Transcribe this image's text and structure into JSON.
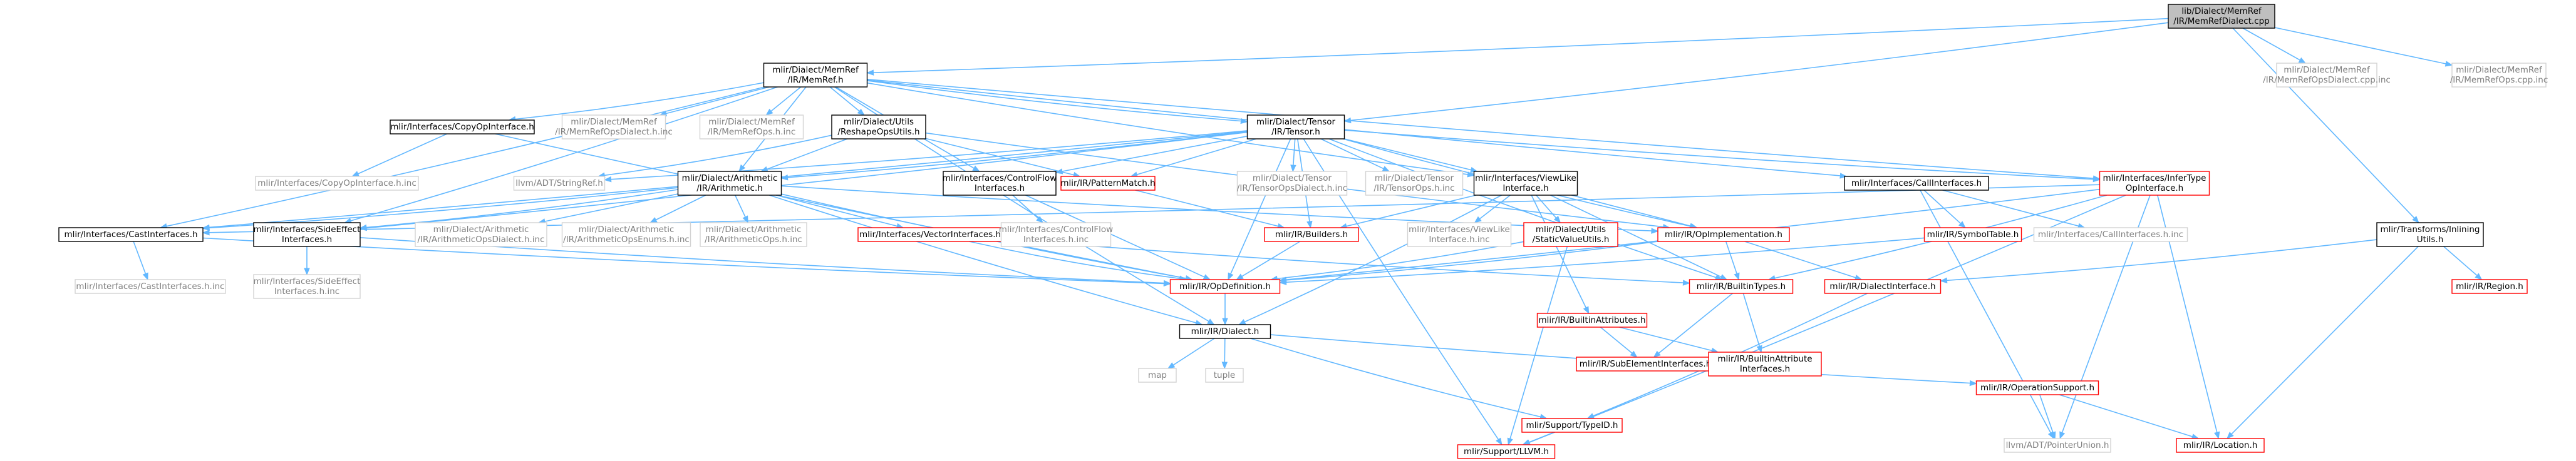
{
  "graph": {
    "title": "",
    "nodes": [
      {
        "id": "root",
        "lines": [
          "lib/Dialect/MemRef",
          "/IR/MemRefDialect.cpp"
        ],
        "style": "root"
      },
      {
        "id": "memref_h",
        "lines": [
          "mlir/Dialect/MemRef",
          "/IR/MemRef.h"
        ],
        "style": "doc"
      },
      {
        "id": "memref_dialect_inc",
        "lines": [
          "mlir/Dialect/MemRef",
          "/IR/MemRefOpsDialect.cpp.inc"
        ],
        "style": "ext"
      },
      {
        "id": "memref_ops_inc",
        "lines": [
          "mlir/Dialect/MemRef",
          "/IR/MemRefOps.cpp.inc"
        ],
        "style": "ext"
      },
      {
        "id": "copyop_h",
        "lines": [
          "mlir/Interfaces/CopyOpInterface.h"
        ],
        "style": "doc"
      },
      {
        "id": "memrefops_dialect_h_inc",
        "lines": [
          "mlir/Dialect/MemRef",
          "/IR/MemRefOpsDialect.h.inc"
        ],
        "style": "ext"
      },
      {
        "id": "memrefops_h_inc",
        "lines": [
          "mlir/Dialect/MemRef",
          "/IR/MemRefOps.h.inc"
        ],
        "style": "ext"
      },
      {
        "id": "reshape_h",
        "lines": [
          "mlir/Dialect/Utils",
          "/ReshapeOpsUtils.h"
        ],
        "style": "doc"
      },
      {
        "id": "tensor_h",
        "lines": [
          "mlir/Dialect/Tensor",
          "/IR/Tensor.h"
        ],
        "style": "doc"
      },
      {
        "id": "callintf_h",
        "lines": [
          "mlir/Interfaces/CallInterfaces.h"
        ],
        "style": "doc"
      },
      {
        "id": "infertype_h",
        "lines": [
          "mlir/Interfaces/InferType",
          "OpInterface.h"
        ],
        "style": "red"
      },
      {
        "id": "inlining_h",
        "lines": [
          "mlir/Transforms/Inlining",
          "Utils.h"
        ],
        "style": "doc"
      },
      {
        "id": "copyop_inc",
        "lines": [
          "mlir/Interfaces/CopyOpInterface.h.inc"
        ],
        "style": "ext"
      },
      {
        "id": "stringref",
        "lines": [
          "llvm/ADT/StringRef.h"
        ],
        "style": "ext"
      },
      {
        "id": "arith_h",
        "lines": [
          "mlir/Dialect/Arithmetic",
          "/IR/Arithmetic.h"
        ],
        "style": "doc"
      },
      {
        "id": "controlflow_h",
        "lines": [
          "mlir/Interfaces/ControlFlow",
          "Interfaces.h"
        ],
        "style": "doc"
      },
      {
        "id": "patternmatch_h",
        "lines": [
          "mlir/IR/PatternMatch.h"
        ],
        "style": "red"
      },
      {
        "id": "tensor_dialect_inc",
        "lines": [
          "mlir/Dialect/Tensor",
          "/IR/TensorOpsDialect.h.inc"
        ],
        "style": "ext"
      },
      {
        "id": "tensor_ops_inc",
        "lines": [
          "mlir/Dialect/Tensor",
          "/IR/TensorOps.h.inc"
        ],
        "style": "ext"
      },
      {
        "id": "viewlike_h",
        "lines": [
          "mlir/Interfaces/ViewLike",
          "Interface.h"
        ],
        "style": "doc"
      },
      {
        "id": "castintf_h",
        "lines": [
          "mlir/Interfaces/CastInterfaces.h"
        ],
        "style": "doc"
      },
      {
        "id": "sideeffect_h",
        "lines": [
          "mlir/Interfaces/SideEffect",
          "Interfaces.h"
        ],
        "style": "doc"
      },
      {
        "id": "arith_dialect_inc",
        "lines": [
          "mlir/Dialect/Arithmetic",
          "/IR/ArithmeticOpsDialect.h.inc"
        ],
        "style": "ext"
      },
      {
        "id": "arith_enums_inc",
        "lines": [
          "mlir/Dialect/Arithmetic",
          "/IR/ArithmeticOpsEnums.h.inc"
        ],
        "style": "ext"
      },
      {
        "id": "arith_ops_inc",
        "lines": [
          "mlir/Dialect/Arithmetic",
          "/IR/ArithmeticOps.h.inc"
        ],
        "style": "ext"
      },
      {
        "id": "vectorintf_h",
        "lines": [
          "mlir/Interfaces/VectorInterfaces.h"
        ],
        "style": "red"
      },
      {
        "id": "controlflow_inc",
        "lines": [
          "mlir/Interfaces/ControlFlow",
          "Interfaces.h.inc"
        ],
        "style": "ext"
      },
      {
        "id": "builders_h",
        "lines": [
          "mlir/IR/Builders.h"
        ],
        "style": "red"
      },
      {
        "id": "viewlike_inc",
        "lines": [
          "mlir/Interfaces/ViewLike",
          "Interface.h.inc"
        ],
        "style": "ext"
      },
      {
        "id": "staticvalue_h",
        "lines": [
          "mlir/Dialect/Utils",
          "/StaticValueUtils.h"
        ],
        "style": "red"
      },
      {
        "id": "opimpl_h",
        "lines": [
          "mlir/IR/OpImplementation.h"
        ],
        "style": "red"
      },
      {
        "id": "symboltable_h",
        "lines": [
          "mlir/IR/SymbolTable.h"
        ],
        "style": "red"
      },
      {
        "id": "callintf_inc",
        "lines": [
          "mlir/Interfaces/CallInterfaces.h.inc"
        ],
        "style": "ext"
      },
      {
        "id": "region_h",
        "lines": [
          "mlir/IR/Region.h"
        ],
        "style": "red"
      },
      {
        "id": "castintf_inc",
        "lines": [
          "mlir/Interfaces/CastInterfaces.h.inc"
        ],
        "style": "ext"
      },
      {
        "id": "sideeffect_inc",
        "lines": [
          "mlir/Interfaces/SideEffect",
          "Interfaces.h.inc"
        ],
        "style": "ext"
      },
      {
        "id": "opdef_h",
        "lines": [
          "mlir/IR/OpDefinition.h"
        ],
        "style": "red"
      },
      {
        "id": "builtinattr_h",
        "lines": [
          "mlir/IR/BuiltinAttributes.h"
        ],
        "style": "red"
      },
      {
        "id": "builtintypes_h",
        "lines": [
          "mlir/IR/BuiltinTypes.h"
        ],
        "style": "red"
      },
      {
        "id": "dialectintf_h",
        "lines": [
          "mlir/IR/DialectInterface.h"
        ],
        "style": "red"
      },
      {
        "id": "dialect_h",
        "lines": [
          "mlir/IR/Dialect.h"
        ],
        "style": "doc"
      },
      {
        "id": "subelem_h",
        "lines": [
          "mlir/IR/SubElementInterfaces.h"
        ],
        "style": "red"
      },
      {
        "id": "builtinattrintf_h",
        "lines": [
          "mlir/IR/BuiltinAttribute",
          "Interfaces.h"
        ],
        "style": "red"
      },
      {
        "id": "map",
        "lines": [
          "map"
        ],
        "style": "ext"
      },
      {
        "id": "tuple",
        "lines": [
          "tuple"
        ],
        "style": "ext"
      },
      {
        "id": "typeid_h",
        "lines": [
          "mlir/Support/TypeID.h"
        ],
        "style": "red"
      },
      {
        "id": "opsupport_h",
        "lines": [
          "mlir/IR/OperationSupport.h"
        ],
        "style": "red"
      },
      {
        "id": "llvm_h",
        "lines": [
          "mlir/Support/LLVM.h"
        ],
        "style": "red"
      },
      {
        "id": "pointerunion",
        "lines": [
          "llvm/ADT/PointerUnion.h"
        ],
        "style": "ext"
      },
      {
        "id": "location_h",
        "lines": [
          "mlir/IR/Location.h"
        ],
        "style": "red"
      }
    ],
    "edges": [
      [
        "root",
        "memref_h"
      ],
      [
        "root",
        "memref_dialect_inc"
      ],
      [
        "root",
        "memref_ops_inc"
      ],
      [
        "root",
        "tensor_h"
      ],
      [
        "root",
        "inlining_h"
      ],
      [
        "memref_h",
        "copyop_h"
      ],
      [
        "memref_h",
        "memrefops_dialect_h_inc"
      ],
      [
        "memref_h",
        "memrefops_h_inc"
      ],
      [
        "memref_h",
        "reshape_h"
      ],
      [
        "memref_h",
        "tensor_h"
      ],
      [
        "memref_h",
        "callintf_h"
      ],
      [
        "memref_h",
        "infertype_h"
      ],
      [
        "memref_h",
        "arith_h"
      ],
      [
        "memref_h",
        "controlflow_h"
      ],
      [
        "memref_h",
        "viewlike_h"
      ],
      [
        "memref_h",
        "castintf_h"
      ],
      [
        "memref_h",
        "sideeffect_h"
      ],
      [
        "memref_h",
        "dialect_h"
      ],
      [
        "copyop_h",
        "copyop_inc"
      ],
      [
        "copyop_h",
        "opdef_h"
      ],
      [
        "reshape_h",
        "stringref"
      ],
      [
        "reshape_h",
        "arith_h"
      ],
      [
        "reshape_h",
        "patternmatch_h"
      ],
      [
        "reshape_h",
        "opimpl_h"
      ],
      [
        "tensor_h",
        "arith_h"
      ],
      [
        "tensor_h",
        "controlflow_h"
      ],
      [
        "tensor_h",
        "tensor_dialect_inc"
      ],
      [
        "tensor_h",
        "tensor_ops_inc"
      ],
      [
        "tensor_h",
        "viewlike_h"
      ],
      [
        "tensor_h",
        "castintf_h"
      ],
      [
        "tensor_h",
        "sideeffect_h"
      ],
      [
        "tensor_h",
        "infertype_h"
      ],
      [
        "tensor_h",
        "opimpl_h"
      ],
      [
        "tensor_h",
        "builtintypes_h"
      ],
      [
        "tensor_h",
        "opdef_h"
      ],
      [
        "tensor_h",
        "builders_h"
      ],
      [
        "tensor_h",
        "stringref"
      ],
      [
        "tensor_h",
        "patternmatch_h"
      ],
      [
        "tensor_h",
        "llvm_h"
      ],
      [
        "callintf_h",
        "symboltable_h"
      ],
      [
        "callintf_h",
        "callintf_inc"
      ],
      [
        "callintf_h",
        "pointerunion"
      ],
      [
        "infertype_h",
        "castintf_h"
      ],
      [
        "infertype_h",
        "builtintypes_h"
      ],
      [
        "infertype_h",
        "opdef_h"
      ],
      [
        "infertype_h",
        "location_h"
      ],
      [
        "infertype_h",
        "llvm_h"
      ],
      [
        "infertype_h",
        "pointerunion"
      ],
      [
        "inlining_h",
        "dialectintf_h"
      ],
      [
        "inlining_h",
        "region_h"
      ],
      [
        "inlining_h",
        "location_h"
      ],
      [
        "arith_h",
        "castintf_h"
      ],
      [
        "arith_h",
        "sideeffect_h"
      ],
      [
        "arith_h",
        "arith_dialect_inc"
      ],
      [
        "arith_h",
        "arith_enums_inc"
      ],
      [
        "arith_h",
        "arith_ops_inc"
      ],
      [
        "arith_h",
        "vectorintf_h"
      ],
      [
        "arith_h",
        "opimpl_h"
      ],
      [
        "arith_h",
        "opdef_h"
      ],
      [
        "arith_h",
        "dialect_h"
      ],
      [
        "controlflow_h",
        "controlflow_inc"
      ],
      [
        "controlflow_h",
        "opdef_h"
      ],
      [
        "patternmatch_h",
        "builders_h"
      ],
      [
        "viewlike_h",
        "viewlike_inc"
      ],
      [
        "viewlike_h",
        "staticvalue_h"
      ],
      [
        "viewlike_h",
        "builtinattr_h"
      ],
      [
        "viewlike_h",
        "builders_h"
      ],
      [
        "viewlike_h",
        "opimpl_h"
      ],
      [
        "viewlike_h",
        "builtintypes_h"
      ],
      [
        "viewlike_h",
        "dialect_h"
      ],
      [
        "castintf_h",
        "castintf_inc"
      ],
      [
        "castintf_h",
        "opdef_h"
      ],
      [
        "sideeffect_h",
        "sideeffect_inc"
      ],
      [
        "sideeffect_h",
        "opdef_h"
      ],
      [
        "vectorintf_h",
        "opdef_h"
      ],
      [
        "vectorintf_h",
        "builtintypes_h"
      ],
      [
        "builders_h",
        "opdef_h"
      ],
      [
        "staticvalue_h",
        "opdef_h"
      ],
      [
        "staticvalue_h",
        "llvm_h"
      ],
      [
        "opimpl_h",
        "opdef_h"
      ],
      [
        "opimpl_h",
        "builtintypes_h"
      ],
      [
        "opimpl_h",
        "dialectintf_h"
      ],
      [
        "symboltable_h",
        "opdef_h"
      ],
      [
        "builtinattr_h",
        "subelem_h"
      ],
      [
        "builtinattr_h",
        "builtinattrintf_h"
      ],
      [
        "builtintypes_h",
        "subelem_h"
      ],
      [
        "builtintypes_h",
        "builtinattrintf_h"
      ],
      [
        "dialectintf_h",
        "typeid_h"
      ],
      [
        "opdef_h",
        "dialect_h"
      ],
      [
        "dialect_h",
        "map"
      ],
      [
        "dialect_h",
        "tuple"
      ],
      [
        "dialect_h",
        "typeid_h"
      ],
      [
        "dialect_h",
        "opsupport_h"
      ],
      [
        "typeid_h",
        "llvm_h"
      ],
      [
        "opsupport_h",
        "pointerunion"
      ],
      [
        "opsupport_h",
        "location_h"
      ]
    ]
  }
}
